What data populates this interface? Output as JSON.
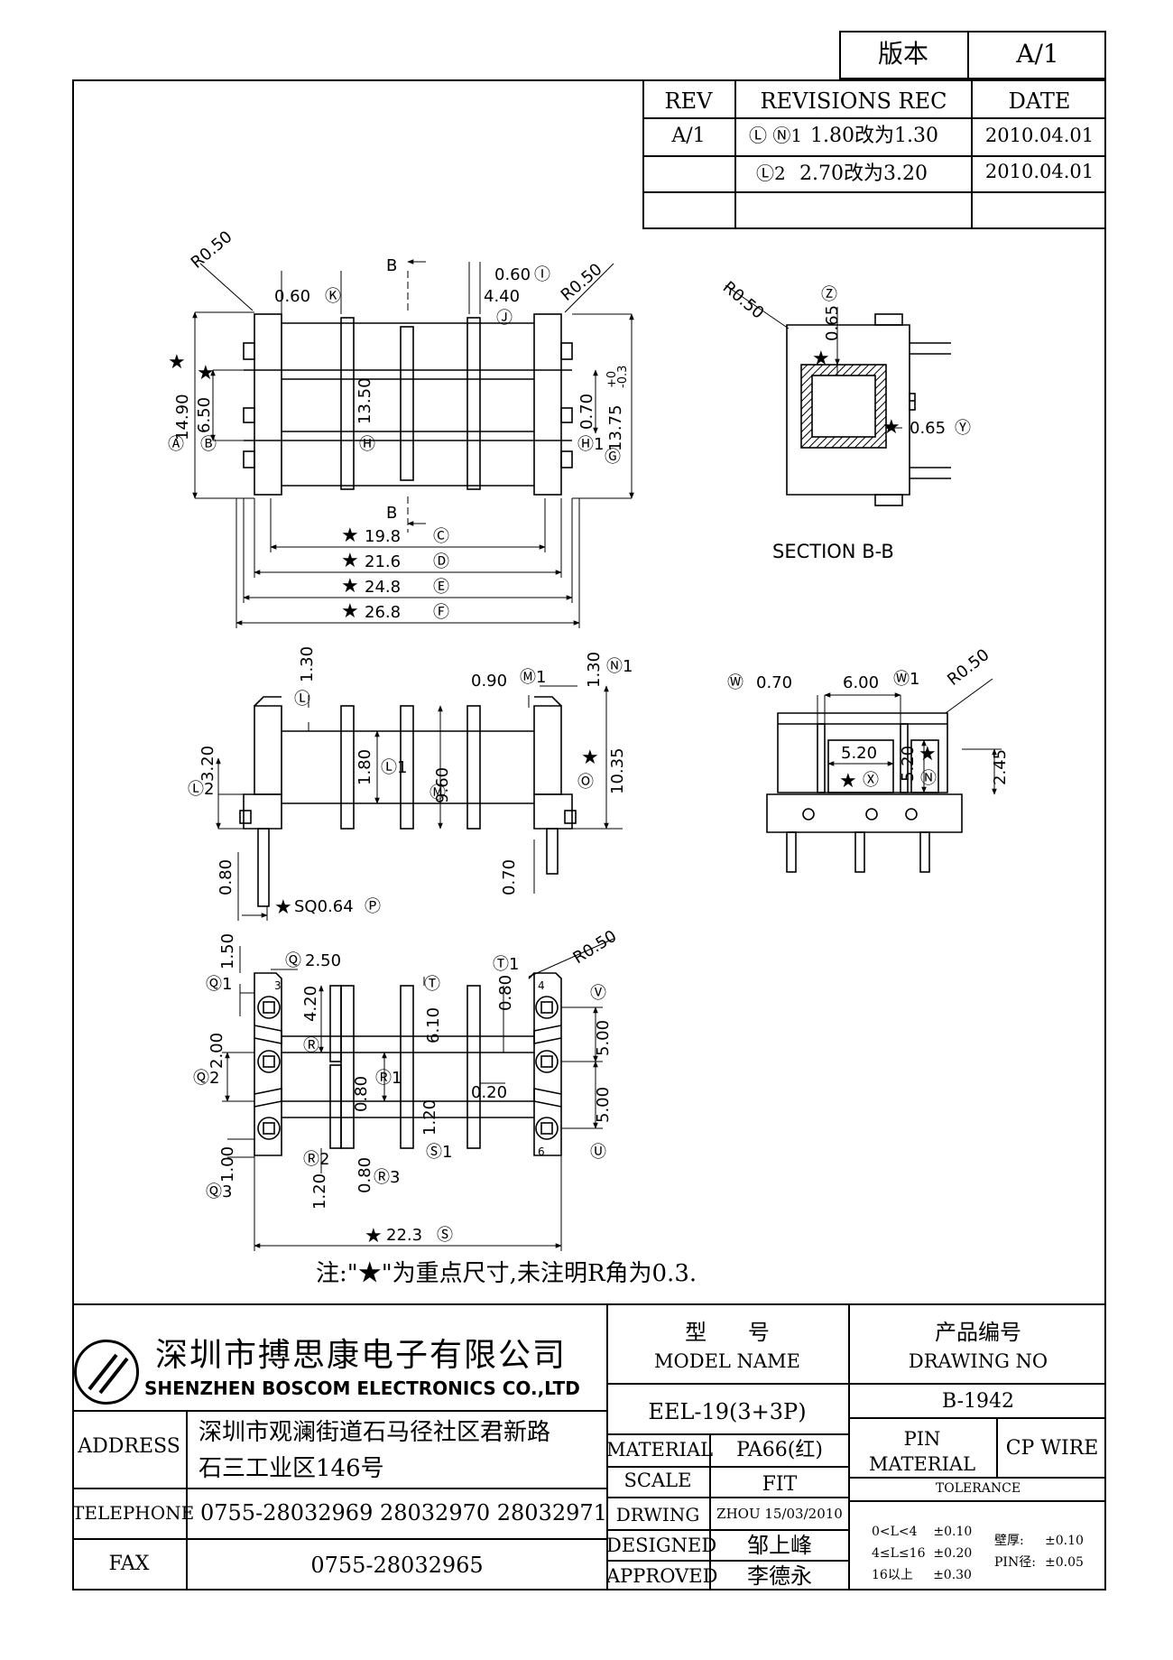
{
  "version_box": {
    "label": "版本",
    "value": "A/1"
  },
  "revisions": {
    "headers": [
      "REV",
      "REVISIONS REC",
      "DATE"
    ],
    "rows": [
      {
        "rev": "A/1",
        "marks": "Ⓛ Ⓝ1",
        "change": "1.80改为1.30",
        "date": "2010.04.01"
      },
      {
        "rev": "",
        "marks": "Ⓛ2",
        "change": "2.70改为3.20",
        "date": "2010.04.01"
      },
      {
        "rev": "",
        "marks": "",
        "change": "",
        "date": ""
      }
    ]
  },
  "views": {
    "top": {
      "dims": [
        "R0.50",
        "0.60",
        "Ⓚ",
        "0.60",
        "Ⓘ",
        "4.40",
        "Ⓙ",
        "R0.50",
        "B",
        "B",
        "14.90",
        "Ⓐ",
        "6.50",
        "Ⓑ",
        "13.50",
        "Ⓗ",
        "0.70",
        "Ⓗ1",
        "13.75",
        "+0",
        "-0.3",
        "Ⓖ",
        "19.8",
        "Ⓒ",
        "21.6",
        "Ⓓ",
        "24.8",
        "Ⓔ",
        "26.8",
        "Ⓕ"
      ]
    },
    "section": {
      "title": "SECTION  B-B",
      "dims": [
        "R0.50",
        "Ⓩ",
        "0.65",
        "0.65",
        "Ⓨ"
      ]
    },
    "side": {
      "dims": [
        "1.30",
        "Ⓛ",
        "0.90",
        "Ⓜ1",
        "1.30",
        "Ⓝ1",
        "3.20",
        "Ⓛ2",
        "1.80",
        "Ⓛ1",
        "9.60",
        "Ⓜ",
        "10.35",
        "Ⓞ",
        "0.80",
        "0.70",
        "SQ0.64",
        "Ⓟ"
      ]
    },
    "end": {
      "dims": [
        "Ⓦ",
        "0.70",
        "6.00",
        "Ⓦ1",
        "R0.50",
        "5.20",
        "Ⓧ",
        "5.20",
        "Ⓝ",
        "2.45"
      ]
    },
    "bottom": {
      "dims": [
        "1.50",
        "Ⓠ1",
        "Ⓠ",
        "2.50",
        "Ⓣ",
        "Ⓣ1",
        "R0.50",
        "4.20",
        "Ⓡ",
        "6.10",
        "0.80",
        "Ⓥ",
        "2.00",
        "Ⓠ2",
        "0.80",
        "Ⓡ1",
        "0.20",
        "5.00",
        "5.00",
        "1.20",
        "Ⓢ1",
        "Ⓤ",
        "1.00",
        "Ⓠ3",
        "Ⓡ2",
        "0.80",
        "Ⓡ3",
        "1.20",
        "22.3",
        "Ⓢ",
        "3",
        "4",
        "6"
      ]
    }
  },
  "note": "注:\"★\"为重点尺寸,未注明R角为0.3.",
  "company": {
    "name_cn": "深圳市搏思康电子有限公司",
    "name_en": "SHENZHEN BOSCOM ELECTRONICS CO.,LTD",
    "address_label": "ADDRESS",
    "address_line1": "深圳市观澜街道石马径社区君新路",
    "address_line2": "石三工业区146号",
    "telephone_label": "TELEPHONE",
    "telephone": "0755-28032969 28032970 28032971",
    "fax_label": "FAX",
    "fax": "0755-28032965"
  },
  "title_block": {
    "model_label_cn": "型      号",
    "model_label_en": "MODEL NAME",
    "model": "EEL-19(3+3P)",
    "drawing_label_cn": "产品编号",
    "drawing_label_en": "DRAWING NO",
    "drawing_no": "B-1942",
    "material_label": "MATERIAL",
    "material": "PA66(红)",
    "scale_label": "SCALE",
    "scale": "FIT",
    "drwing_label": "DRWING",
    "drwing": "ZHOU 15/03/2010",
    "designed_label": "DESIGNED",
    "designed": "邹上峰",
    "approved_label": "APPROVED",
    "approved": "李德永",
    "pin_material_label": "PIN MATERIAL",
    "pin_material": "CP WIRE",
    "tolerance_label": "TOLERANCE",
    "tol_1": "0<L<4    ±0.10",
    "tol_2": "4≤L≤16  ±0.20",
    "tol_3": "16以上     ±0.30",
    "wall_label": "壁厚:",
    "wall_value": "±0.10",
    "pin_dia_label": "PIN径:",
    "pin_dia_value": "±0.05"
  }
}
